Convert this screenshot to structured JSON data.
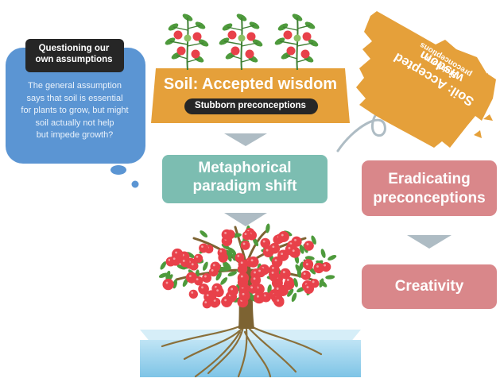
{
  "bubble": {
    "title_line1": "Questioning our",
    "title_line2": "own assumptions",
    "text": [
      "The general assumption",
      "says that soil is essential",
      "for plants to grow, but might",
      "soil actually not help",
      "but impede growth?"
    ]
  },
  "soil": {
    "title": "Soil: Accepted wisdom",
    "subtitle": "Stubborn preconceptions"
  },
  "shift": {
    "line1": "Metaphorical",
    "line2": "paradigm shift"
  },
  "flipped": {
    "title": "Soil: Accepted wisdom",
    "subtitle": "Stubborn preconceptions"
  },
  "eradicating": {
    "line1": "Eradicating",
    "line2": "preconceptions"
  },
  "creativity": {
    "label": "Creativity"
  },
  "colors": {
    "soil_orange": "#e5a03a",
    "bubble_blue": "#5b95d3",
    "teal": "#7cbdb1",
    "pink": "#d9878a",
    "arrow_gray": "#aebcc4",
    "water_blue": "#9cd3ec",
    "tomato_red": "#e8414a",
    "leaf_green": "#4e9a3c",
    "dark_label": "#262626"
  }
}
